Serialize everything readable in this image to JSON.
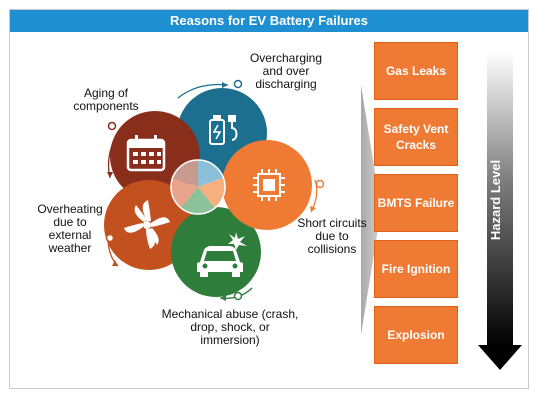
{
  "title": "Reasons for EV Battery Failures",
  "causes": [
    {
      "label": "Overcharging and over discharging",
      "color": "#1c6f8f",
      "icon": "battery-charger-icon"
    },
    {
      "label": "Short circuits due to collisions",
      "color": "#ef7a33",
      "icon": "chip-icon"
    },
    {
      "label": "Mechanical abuse (crash, drop, shock, or immersion)",
      "color": "#2e7d3a",
      "icon": "car-crash-icon"
    },
    {
      "label": "Overheating due to external weather",
      "color": "#c3501f",
      "icon": "heat-fan-icon"
    },
    {
      "label": "Aging of components",
      "color": "#8a2e1c",
      "icon": "calendar-icon"
    }
  ],
  "hazards": [
    "Gas Leaks",
    "Safety Vent Cracks",
    "BMTS Failure",
    "Fire Ignition",
    "Explosion"
  ],
  "hazard_axis_label": "Hazard Level"
}
